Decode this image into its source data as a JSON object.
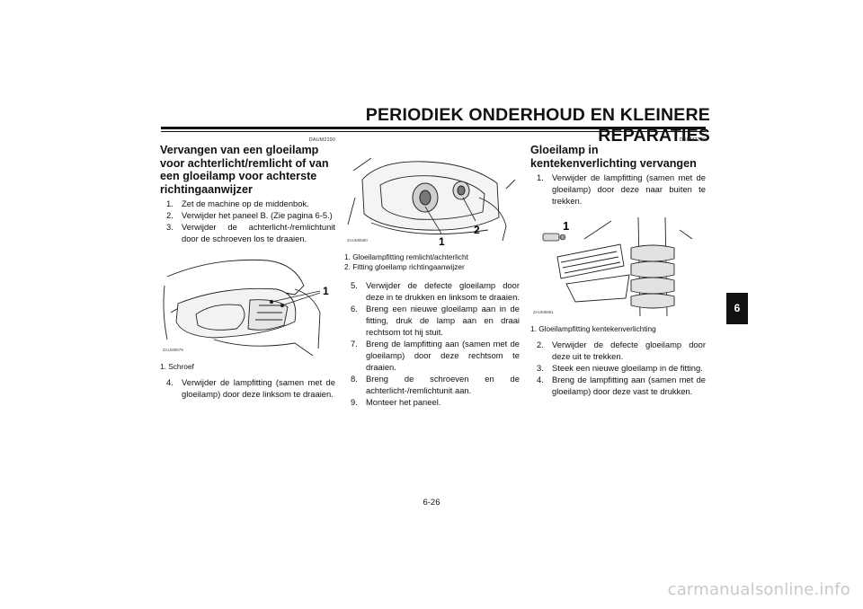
{
  "header": {
    "title": "PERIODIEK ONDERHOUD EN KLEINERE REPARATIES"
  },
  "tab": {
    "label": "6"
  },
  "footer": {
    "page_number": "6-26"
  },
  "watermark": {
    "text": "carmanualsonline.info"
  },
  "col1": {
    "code": "DAUM2190",
    "heading": "Vervangen van een gloeilamp voor achterlicht/remlicht of van een gloeilamp voor achterste richtingaanwijzer",
    "steps_a": [
      {
        "num": "1.",
        "text": "Zet de machine op de middenbok."
      },
      {
        "num": "2.",
        "text": "Verwijder het paneel B. (Zie pagina 6-5.)"
      },
      {
        "num": "3.",
        "text": "Verwijder de achterlicht-/remlichtunit door de schroeven los te draaien."
      }
    ],
    "fig_code": "ZAUM0679",
    "fig_label": "1",
    "caption": "1. Schroef",
    "steps_b": [
      {
        "num": "4.",
        "text": "Verwijder de lampfitting (samen met de gloeilamp) door deze linksom te draaien."
      }
    ]
  },
  "col2": {
    "fig_code": "ZAUM0680",
    "fig_label_1": "1",
    "fig_label_2": "2",
    "captions": [
      "1. Gloeilampfitting remlicht/achterlicht",
      "2. Fitting gloeilamp richtingaanwijzer"
    ],
    "steps": [
      {
        "num": "5.",
        "text": "Verwijder de defecte gloeilamp door deze in te drukken en linksom te draaien."
      },
      {
        "num": "6.",
        "text": "Breng een nieuwe gloeilamp aan in de fitting, druk de lamp aan en draai rechtsom tot hij stuit."
      },
      {
        "num": "7.",
        "text": "Breng de lampfitting aan (samen met de gloeilamp) door deze rechtsom te draaien."
      },
      {
        "num": "8.",
        "text": "Breng de schroeven en de achterlicht-/remlichtunit aan."
      },
      {
        "num": "9.",
        "text": "Monteer het paneel."
      }
    ]
  },
  "col3": {
    "code": "DAUM2200",
    "heading": "Gloeilamp in kentekenverlichting vervangen",
    "steps_a": [
      {
        "num": "1.",
        "text": "Verwijder de lampfitting (samen met de gloeilamp) door deze naar buiten te trekken."
      }
    ],
    "fig_code": "ZAUM0681",
    "fig_label": "1",
    "caption": "1. Gloeilampfitting kentekenverlichting",
    "steps_b": [
      {
        "num": "2.",
        "text": "Verwijder de defecte gloeilamp door deze uit te trekken."
      },
      {
        "num": "3.",
        "text": "Steek een nieuwe gloeilamp in de fitting."
      },
      {
        "num": "4.",
        "text": "Breng de lampfitting aan (samen met de gloeilamp) door deze vast te drukken."
      }
    ]
  }
}
